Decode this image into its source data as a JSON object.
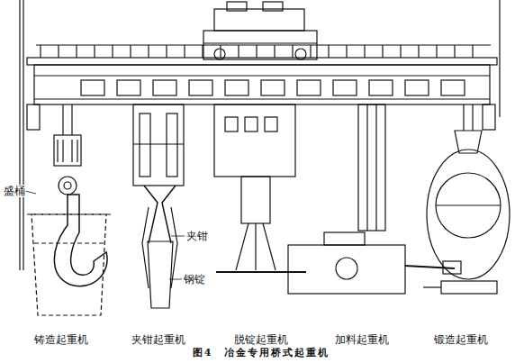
{
  "diagram": {
    "caption": "图4　冶金专用桥式起重机",
    "labels": [
      "盛桶",
      "夹钳",
      "钢锭",
      "铸造起重机",
      "夹钳起重机",
      "脱锭起重机",
      "加料起重机",
      "锻造起重机"
    ]
  }
}
